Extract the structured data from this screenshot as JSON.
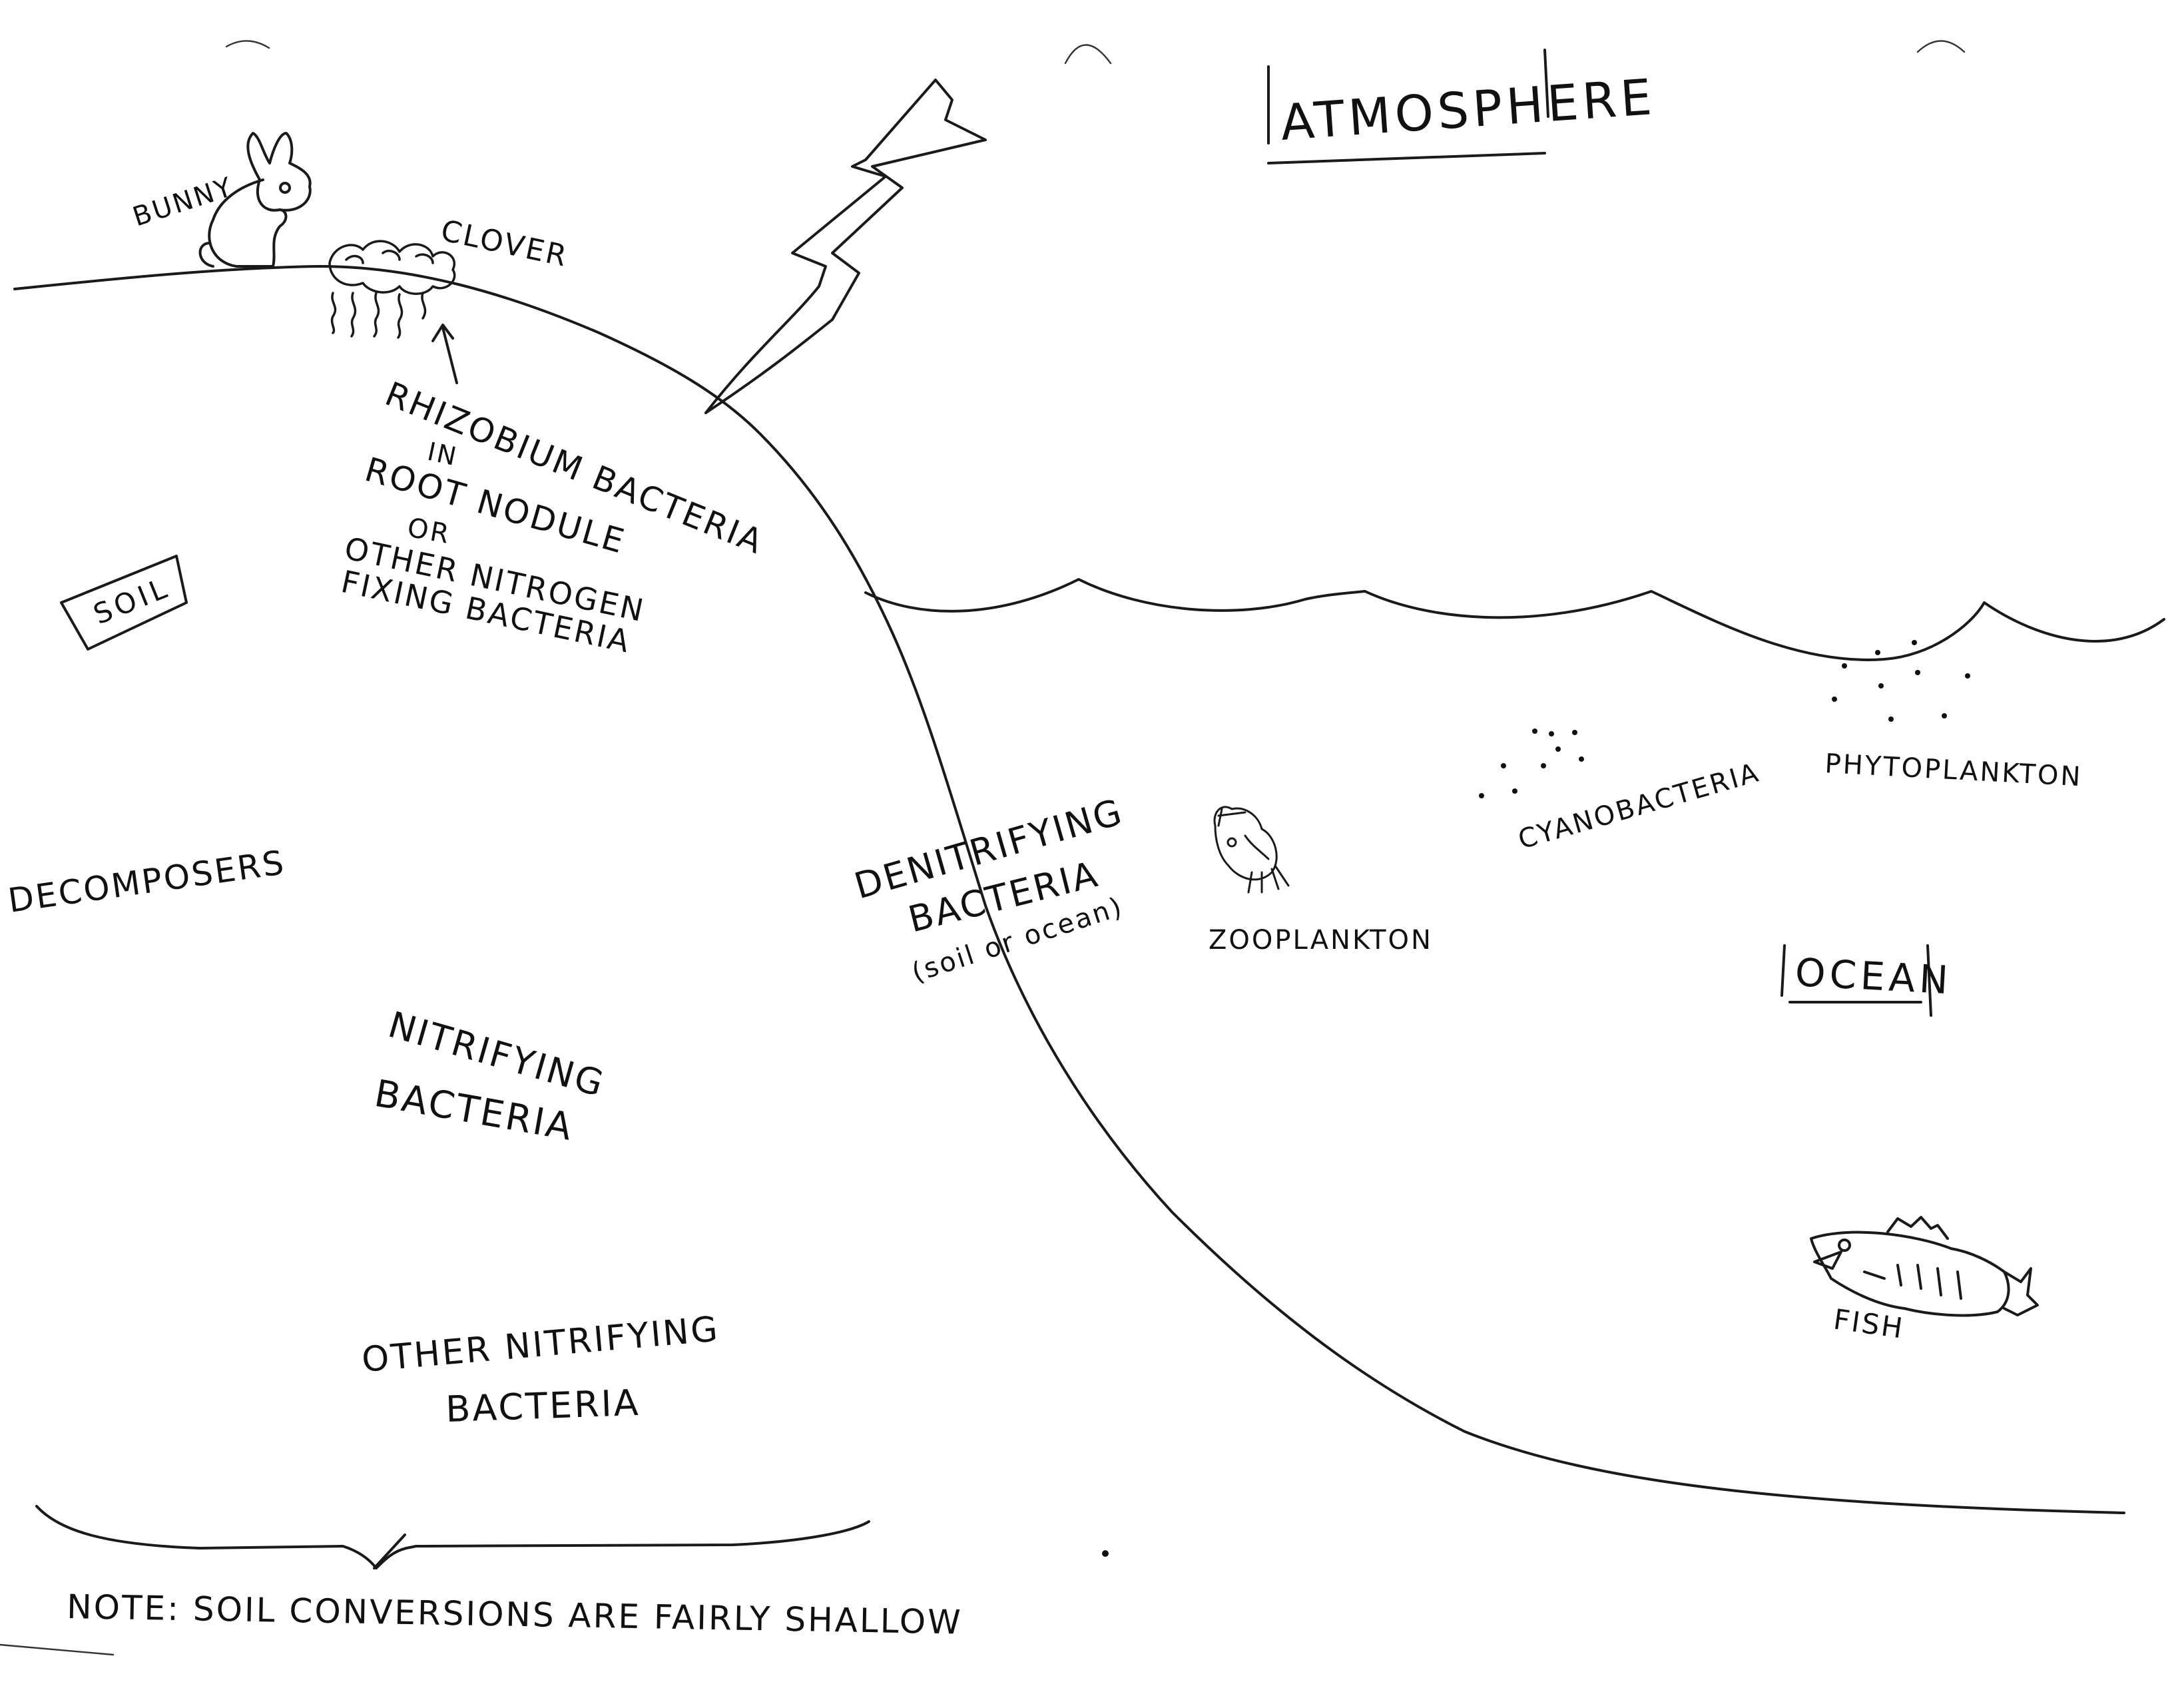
{
  "labels": {
    "atmosphere": "ATMOSPHERE",
    "soil": "SOIL",
    "ocean": "OCEAN",
    "bunny": "BUNNY",
    "clover": "CLOVER",
    "rhizobium_line1": "RHIZOBIUM BACTERIA",
    "rhizobium_line2": "IN",
    "rhizobium_line3": "ROOT NODULE",
    "rhizobium_line4": "OR",
    "rhizobium_line5": "OTHER NITROGEN",
    "rhizobium_line6": "FIXING BACTERIA",
    "decomposers": "DECOMPOSERS",
    "nitrifying_line1": "NITRIFYING",
    "nitrifying_line2": "BACTERIA",
    "other_nitrifying_line1": "OTHER NITRIFYING",
    "other_nitrifying_line2": "BACTERIA",
    "denitrifying_line1": "DENITRIFYING",
    "denitrifying_line2": "BACTERIA",
    "denitrifying_line3": "(soil or ocean)",
    "zooplankton": "ZOOPLANKTON",
    "cyanobacteria": "CYANOBACTERIA",
    "phytoplankton": "PHYTOPLANKTON",
    "fish": "FISH",
    "note": "NOTE: SOIL CONVERSIONS ARE FAIRLY SHALLOW"
  },
  "icons": {
    "lightning": "lightning-bolt-icon",
    "bunny": "bunny-icon",
    "clover": "clover-icon",
    "zooplankton": "zooplankton-icon",
    "fish": "fish-icon"
  },
  "colors": {
    "ink": "#111111",
    "paper": "#ffffff"
  }
}
